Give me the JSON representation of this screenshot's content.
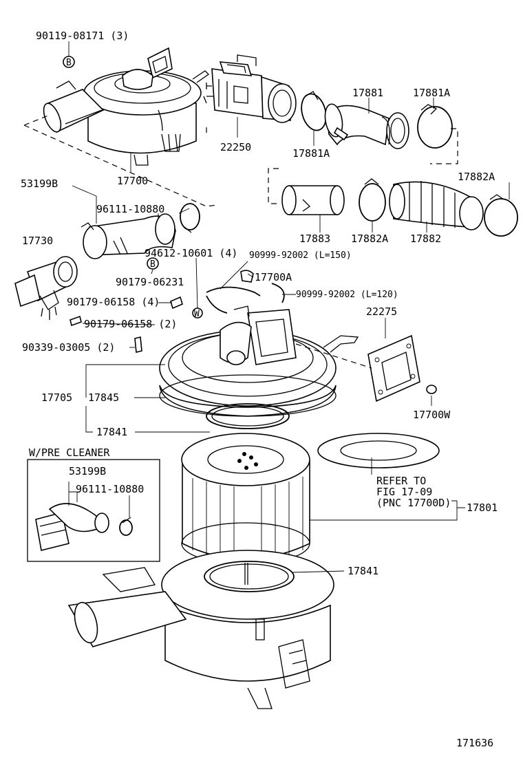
{
  "labels": {
    "p1": "90119-08171 (3)",
    "p2": "17881",
    "p3": "17881A",
    "p4": "22250",
    "p5": "17881A",
    "p6": "17700",
    "p7": "53199B",
    "p8": "96111-10880",
    "p9": "17882A",
    "p10": "17730",
    "p11": "17883",
    "p12": "17882A",
    "p13": "17882",
    "p14": "94612-10601 (4)",
    "p15": "90999-92002 (L=150)",
    "p16": "90179-06231",
    "p17": "17700A",
    "p18": "90179-06158 (4)",
    "p19": "90999-92002 (L=120)",
    "p20": "90179-06158 (2)",
    "p21": "22275",
    "p22": "90339-03005 (2)",
    "p23": "17705",
    "p24": "17845",
    "p25": "17700W",
    "p26": "17841",
    "p27": "53199B",
    "p28": "96111-10880",
    "p29": "17801",
    "p30": "17841"
  },
  "inset": {
    "title": "W/PRE CLEANER"
  },
  "refer_note": {
    "line1": "REFER TO",
    "line2": "FIG 17-09",
    "line3": "(PNC 17700D)"
  },
  "markers": {
    "bolt_b1": "B",
    "bolt_b2": "B",
    "washer_w": "W"
  },
  "figure_number": "171636",
  "icons": [
    "air-cleaner-housing-icon",
    "air-flow-meter-icon",
    "hose-icon",
    "clamp-icon",
    "filter-element-icon"
  ]
}
